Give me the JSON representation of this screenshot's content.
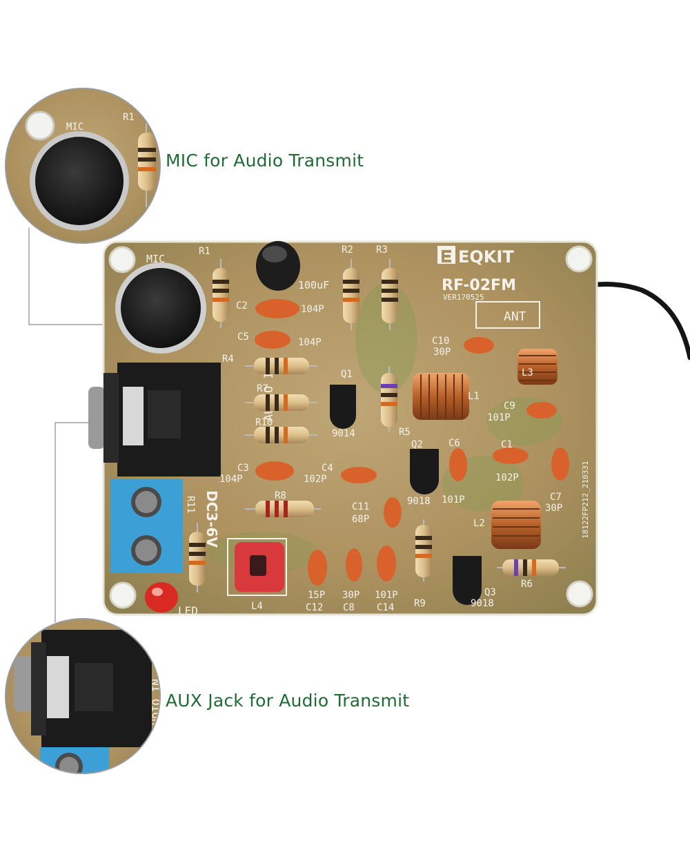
{
  "callouts": {
    "mic": "MIC for Audio Transmit",
    "aux": "AUX Jack for Audio Transmit"
  },
  "board": {
    "brand": "EQKIT",
    "model": "RF-02FM",
    "version": "VER170525",
    "antenna": "ANT",
    "mic": "MIC",
    "audio_in": "AUDIO IN",
    "power": "DC3-6V",
    "led": "LED",
    "serial": "18122FP212_210331",
    "cap_electrolytic": "100uF",
    "labels": {
      "R1": "R1",
      "R2": "R2",
      "R3": "R3",
      "R4": "R4",
      "R5": "R5",
      "R6": "R6",
      "R7": "R7",
      "R8": "R8",
      "R9": "R9",
      "R10": "R10",
      "R11": "R11",
      "C1": "C1",
      "C2": "C2",
      "C3": "C3",
      "C4": "C4",
      "C5": "C5",
      "C6": "C6",
      "C7": "C7",
      "C8": "C8",
      "C9": "C9",
      "C10": "C10",
      "C11": "C11",
      "C12": "C12",
      "C14": "C14",
      "L1": "L1",
      "L2": "L2",
      "L3": "L3",
      "L4": "L4",
      "Q1": "Q1",
      "Q2": "Q2",
      "Q3": "Q3"
    },
    "values": {
      "c2": "104P",
      "c5": "104P",
      "c3": "104P",
      "c4": "102P",
      "c1": "102P",
      "c6": "101P",
      "c9": "101P",
      "c10": "30P",
      "c7": "30P",
      "c8": "30P",
      "c11": "68P",
      "c12": "15P",
      "c14": "101P",
      "q1": "9014",
      "q2": "9018",
      "q3": "9018"
    }
  },
  "colors": {
    "caption": "#1f6b34",
    "pcb": "#b49a66",
    "terminal": "#3c9fd6",
    "ceramic_cap": "#d9622c",
    "coil": "#c8733a",
    "trimmer": "#d8393c"
  }
}
